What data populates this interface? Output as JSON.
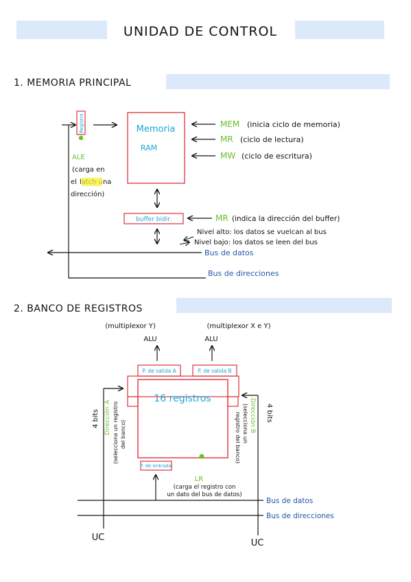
{
  "title": "UNIDAD DE CONTROL",
  "colors": {
    "ink": "#111111",
    "red": "#e0303a",
    "cyan": "#1aa7d6",
    "green": "#6bbf2a",
    "blue": "#2356a6",
    "highlight_band": "#dce9fb",
    "yellow": "#f5f032"
  },
  "section1": {
    "heading": "1. MEMORIA PRINCIPAL",
    "registro_label": "Registro",
    "memoria_label": "Memoria",
    "ram_label": "RAM",
    "mem_signal": "MEM",
    "mem_desc": "(inicia ciclo de memoria)",
    "mr_signal": "MR",
    "mr_desc": "(ciclo de lectura)",
    "mw_signal": "MW",
    "mw_desc": "(ciclo de escritura)",
    "ale_signal": "ALE",
    "ale_line1": "(carga en",
    "ale_line2a": "el",
    "ale_latch": "latch",
    "ale_line2b": "una",
    "ale_line3": "dirección)",
    "buffer_label": "buffer bidir.",
    "buffer_mr_signal": "MR",
    "buffer_mr_desc": "(indica la dirección del buffer)",
    "nivel_alto": "Nivel alto: los datos se vuelcan al bus",
    "nivel_bajo": "Nivel bajo: los datos se leen del bus",
    "bus_datos": "Bus de datos",
    "bus_direcciones": "Bus de direcciones"
  },
  "section2": {
    "heading": "2. BANCO DE REGISTROS",
    "mux_y": "(multiplexor Y)",
    "mux_xy": "(multiplexor X e Y)",
    "alu_left": "ALU",
    "alu_right": "ALU",
    "puerto_a": "P. de salida A",
    "puerto_b": "P. de salida B",
    "registros": "16 registros",
    "puerto_entrada": "P. de entrada",
    "bits_left": "4 bits",
    "bits_right": "4 bits",
    "dir_a_title": "Dirección A",
    "dir_a_desc1": "(selecciona un registro",
    "dir_a_desc2": "del banco)",
    "dir_b_title": "Dirección B",
    "dir_b_desc1": "(selecciona un",
    "dir_b_desc2": "registro del banco)",
    "lr_signal": "LR",
    "lr_desc1": "(carga el registro con",
    "lr_desc2": "un dato del bus de datos)",
    "bus_datos": "Bus de datos",
    "bus_direcciones": "Bus de direcciones",
    "uc_left": "UC",
    "uc_right": "UC"
  }
}
